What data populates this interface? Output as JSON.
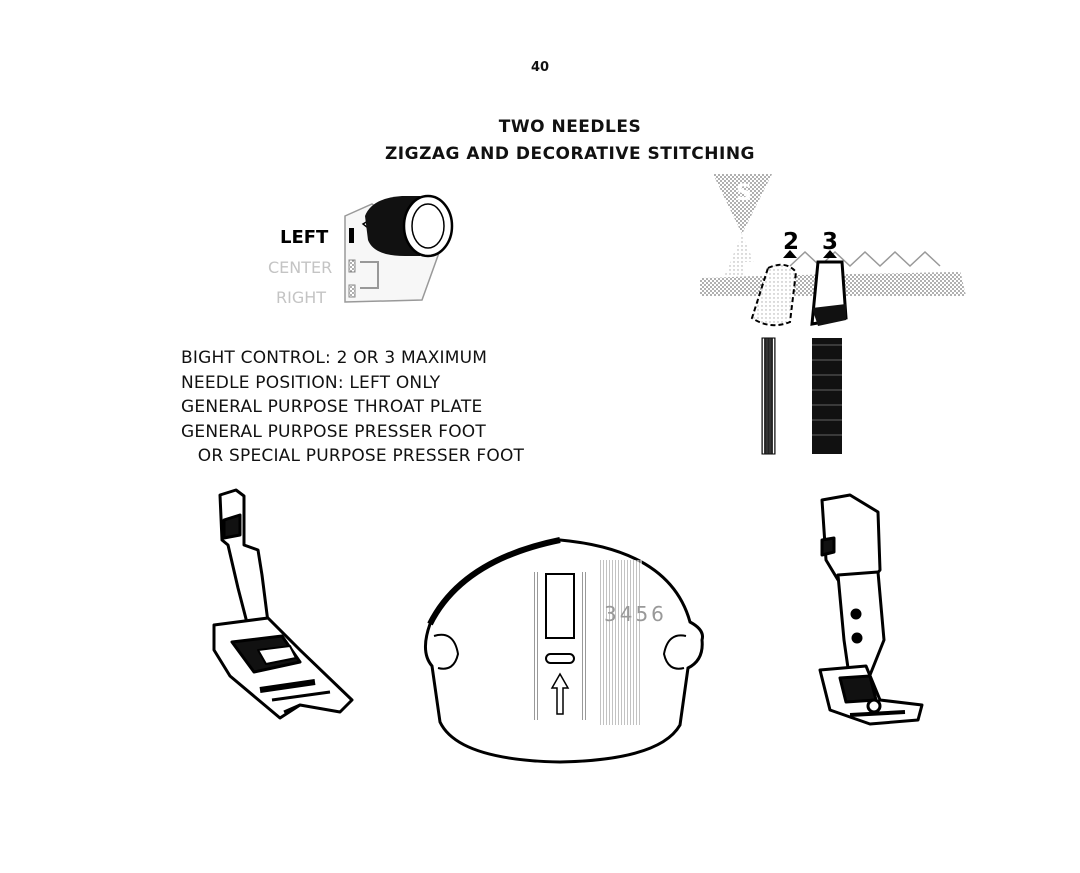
{
  "page_number": "40",
  "title": {
    "line1": "TWO NEEDLES",
    "line2": "ZIGZAG AND DECORATIVE STITCHING"
  },
  "needle_position_dial": {
    "left": "LEFT",
    "center": "CENTER",
    "right": "RIGHT"
  },
  "bight_diagram": {
    "symbol": "S",
    "marks": [
      "2",
      "3"
    ]
  },
  "settings": [
    "BIGHT CONTROL: 2 OR 3 MAXIMUM",
    "NEEDLE POSITION: LEFT ONLY",
    "GENERAL PURPOSE THROAT PLATE",
    "GENERAL PURPOSE PRESSER FOOT",
    "   OR SPECIAL PURPOSE PRESSER FOOT"
  ],
  "throat_plate": {
    "numbers": "3456"
  }
}
